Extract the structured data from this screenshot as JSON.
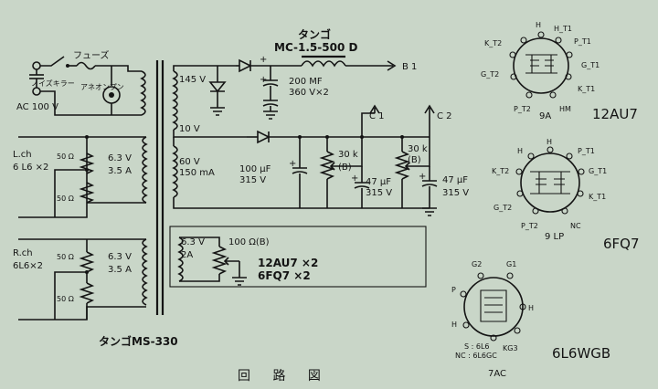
{
  "caption": "回 路 図",
  "power": {
    "fuse": "フューズ",
    "noise_killer": "ノイズキラー",
    "neon_lamp": "アネオンプン",
    "ac_input": "AC 100 V"
  },
  "transformer": {
    "name": "タンゴMS-330",
    "sec_145": "145 V",
    "sec_10": "10 V",
    "sec_60": "60 V",
    "sec_60_current": "150 mA",
    "sec_63_a": "6.3 V",
    "sec_63_a_current": "2A",
    "lch_63": "6.3 V",
    "lch_35": "3.5 A",
    "rch_63": "6.3 V",
    "rch_35": "3.5 A"
  },
  "choke": {
    "brand": "タンゴ",
    "model": "MC-1.5-500 D"
  },
  "caps": {
    "main_cap": "200 MF",
    "main_cap_v": "360 V×2",
    "c1": "100 μF",
    "c1_v": "315 V",
    "c2": "47 μF",
    "c2_v": "315 V",
    "c3": "47 μF",
    "c3_v": "315 V"
  },
  "resistors": {
    "vr1": "30 k",
    "vr1_b": "(B)",
    "vr2": "30 k",
    "vr2_b": "(B)",
    "vr3": "100 Ω(B)",
    "lch_r1": "50 Ω",
    "lch_r2": "50 Ω",
    "rch_r1": "50 Ω",
    "rch_r2": "50 Ω"
  },
  "outputs": {
    "b1": "B 1",
    "c1": "C 1",
    "c2": "C 2"
  },
  "channels": {
    "lch": "L.ch",
    "lch_tube": "6 L6 ×2",
    "rch": "R.ch",
    "rch_tube": "6L6×2"
  },
  "heater_load": {
    "line1": "12AU7 ×2",
    "line2": "6FQ7 ×2"
  },
  "tubes": [
    {
      "name": "12AU7",
      "base": "9A",
      "pins": [
        "H",
        "H_T1",
        "P_T1",
        "G_T1",
        "K_T1",
        "HM",
        "P_T2",
        "G_T2",
        "K_T2"
      ]
    },
    {
      "name": "6FQ7",
      "base": "9 LP",
      "pins": [
        "H",
        "P_T1",
        "G_T1",
        "K_T1",
        "NC",
        "P_T2",
        "G_T2",
        "K_T2",
        "H"
      ]
    },
    {
      "name": "6L6WGB",
      "base": "7AC",
      "pins": [
        "G2",
        "G1",
        "P",
        "H",
        "KG3",
        "H"
      ],
      "note1": "S : 6L6",
      "note2": "NC : 6L6GC"
    }
  ]
}
